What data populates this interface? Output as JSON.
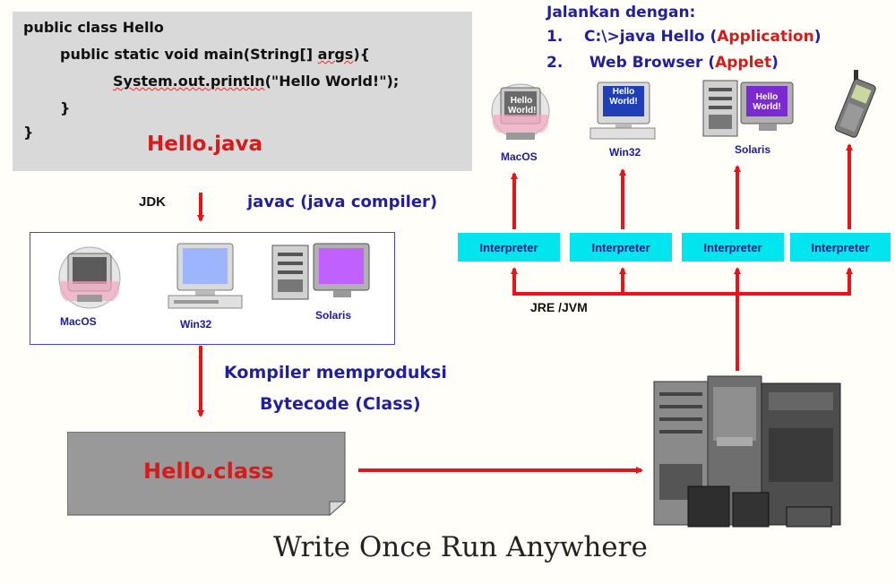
{
  "code": {
    "line1": "public class Hello",
    "line2_a": "public static void main(String[] ",
    "line2_b": "args",
    "line2_c": "){",
    "line3_a": "System.out.println",
    "line3_b": "(\"Hello World!\");",
    "line4": "}",
    "line5": "}",
    "filename": "Hello.java"
  },
  "compile": {
    "jdk_label": "JDK",
    "javac_label": "javac (java compiler)",
    "platforms": [
      {
        "label": "MacOS",
        "icon": "imac-icon"
      },
      {
        "label": "Win32",
        "icon": "pc-monitor-icon"
      },
      {
        "label": "Solaris",
        "icon": "workstation-icon"
      }
    ],
    "bytecode_line1": "Kompiler memproduksi",
    "bytecode_line2": "Bytecode (Class)",
    "class_file": "Hello.class"
  },
  "run": {
    "heading": "Jalankan dengan:",
    "item1_num": "1.",
    "item1_text": "C:\\>java Hello (",
    "item1_red": "Application",
    "item1_end": ")",
    "item2_num": "2.",
    "item2_text": "Web Browser (",
    "item2_red": "Applet",
    "item2_end": ")",
    "targets": [
      {
        "label": "MacOS",
        "screen_text": "Hello World!",
        "icon": "imac-icon"
      },
      {
        "label": "Win32",
        "screen_text": "Hello World!",
        "icon": "pc-monitor-icon"
      },
      {
        "label": "Solaris",
        "screen_text": "Hello World!",
        "icon": "workstation-icon"
      },
      {
        "label": "",
        "screen_text": "",
        "icon": "mobile-phone-icon"
      }
    ],
    "interpreter_labels": [
      "Interpreter",
      "Interpreter",
      "Interpreter",
      "Interpreter"
    ],
    "jvm_label": "JRE /JVM",
    "server_icon": "server-rack-icon"
  },
  "tagline": "Write Once Run Anywhere",
  "colors": {
    "arrow_red": "#e8141a",
    "interpreter_cyan": "#00e5ee",
    "label_blue": "#1f1fa0",
    "title_red": "#d91a1a"
  }
}
